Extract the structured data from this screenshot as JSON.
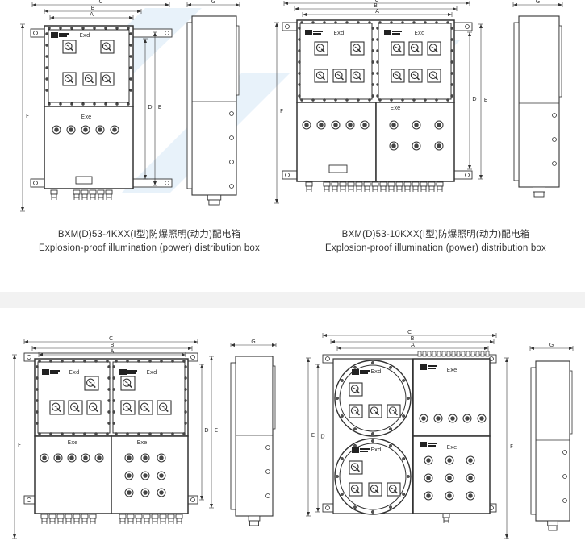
{
  "labels": {
    "a": "A",
    "b": "B",
    "c": "C",
    "d": "D",
    "e": "E",
    "f": "F",
    "g": "G",
    "exd": "Exd",
    "exe": "Exe"
  },
  "captions": {
    "p1_cn": "BXM(D)53-4KXX(Ⅰ型)防爆照明(动力)配电箱",
    "p1_en": "Explosion-proof illumination (power) distribution box",
    "p2_cn": "BXM(D)53-10KXX(Ⅰ型)防爆照明(动力)配电箱",
    "p2_en": "Explosion-proof illumination (power) distribution box"
  },
  "colors": {
    "line": "#333333",
    "fill": "#ffffff",
    "separator": "#f2f2f2",
    "watermark": "#d6e8f6"
  }
}
